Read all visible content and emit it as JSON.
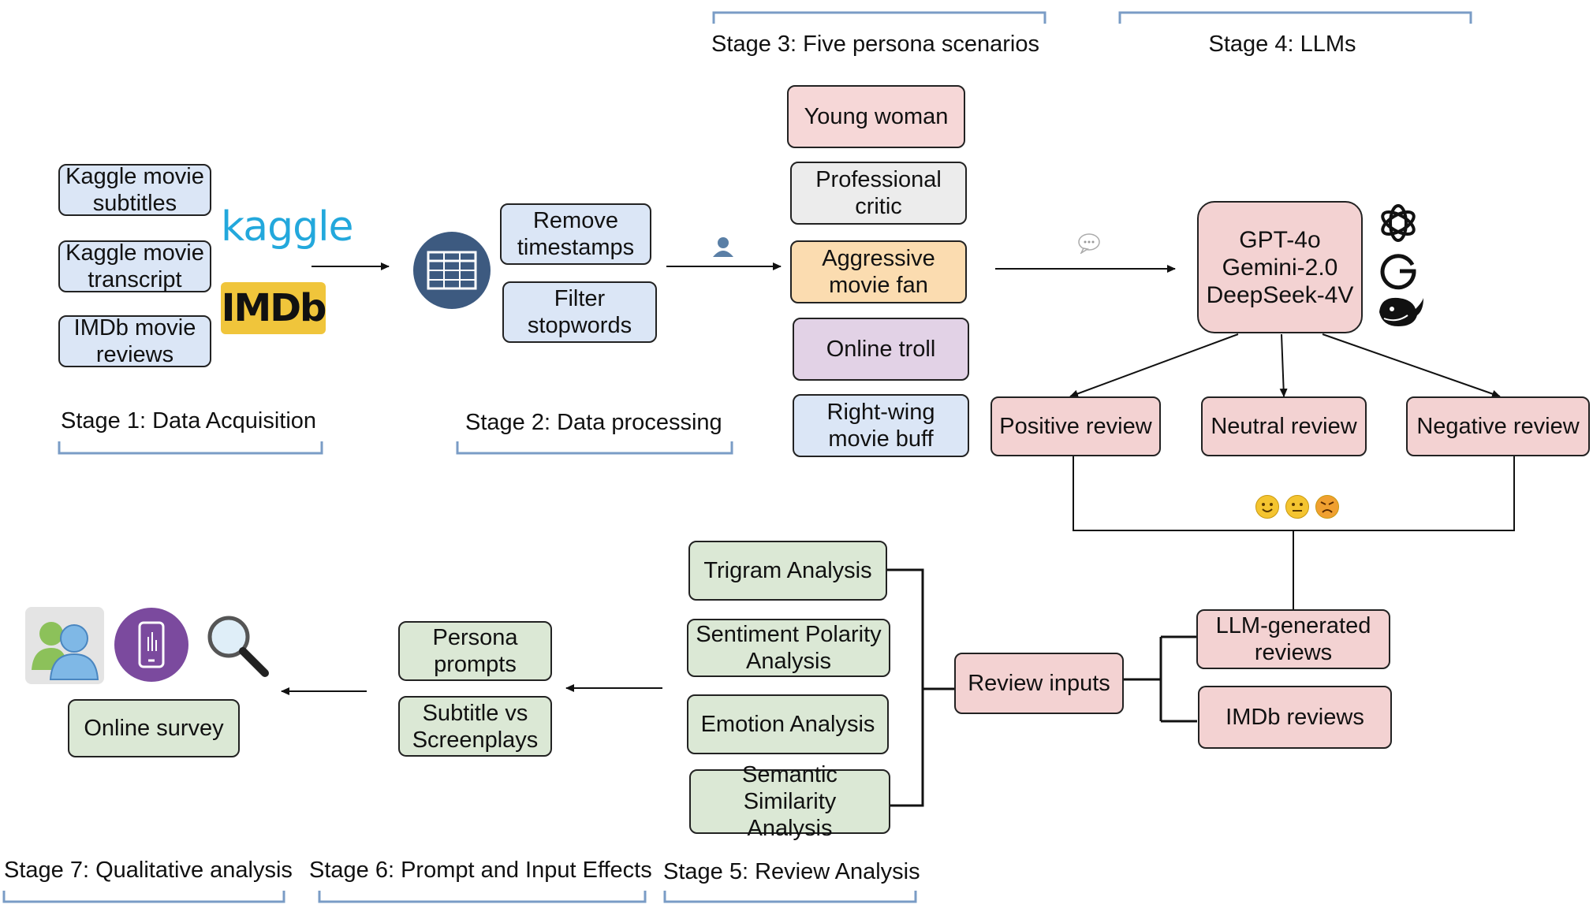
{
  "stages": {
    "s1": "Stage 1: Data Acquisition",
    "s2": "Stage 2: Data processing",
    "s3": "Stage 3: Five persona scenarios",
    "s4": "Stage 4: LLMs",
    "s5": "Stage 5: Review Analysis",
    "s6": "Stage 6: Prompt and Input Effects",
    "s7": "Stage 7: Qualitative analysis"
  },
  "acquisition": {
    "items": [
      "Kaggle movie\nsubtitles",
      "Kaggle movie\ntranscript",
      "IMDb movie\nreviews"
    ],
    "logo_kaggle": "kaggle",
    "logo_imdb": "IMDb"
  },
  "processing": {
    "items": [
      "Remove\ntimestamps",
      "Filter\nstopwords"
    ]
  },
  "personas": [
    "Young woman",
    "Professional\ncritic",
    "Aggressive\nmovie fan",
    "Online troll",
    "Right-wing\nmovie buff"
  ],
  "llms": {
    "models": "GPT-4o\nGemini-2.0\nDeepSeek-4V",
    "icons": [
      "openai-icon",
      "google-icon",
      "deepseek-whale-icon"
    ]
  },
  "reviews": [
    "Positive review",
    "Neutral review",
    "Negative review"
  ],
  "review_inputs": {
    "label": "Review inputs",
    "sources": [
      "LLM-generated\nreviews",
      "IMDb reviews"
    ]
  },
  "analyses": [
    "Trigram Analysis",
    "Sentiment Polarity\nAnalysis",
    "Emotion Analysis",
    "Semantic Similarity\nAnalysis"
  ],
  "prompt_effects": [
    "Persona\nprompts",
    "Subtitle vs\nScreenplays"
  ],
  "qualitative": {
    "label": "Online survey",
    "icons": [
      "users-icon",
      "phone-icon",
      "magnifier-icon"
    ]
  },
  "colors": {
    "bracket": "#7a9cc6",
    "blue_box": "#dbe6f6",
    "pink_box": "#f6d7d7",
    "green_box": "#dbe8d5",
    "orange_box": "#fbdcb0",
    "purple_box": "#e2d2e6",
    "gray_box": "#ececec"
  }
}
